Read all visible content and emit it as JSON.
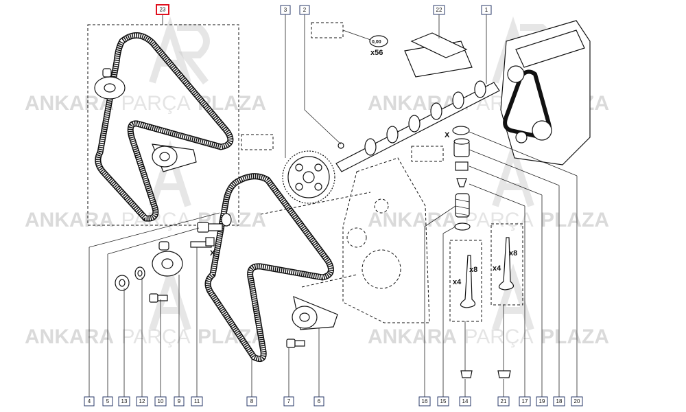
{
  "watermark": {
    "brand_bold": "ANKARA",
    "brand_light": "PARÇA",
    "brand_end": "PLAZA"
  },
  "callouts": {
    "c23": "23",
    "c3": "3",
    "c2": "2",
    "c22": "22",
    "c1": "1",
    "c4": "4",
    "c5": "5",
    "c13": "13",
    "c12": "12",
    "c10": "10",
    "c9": "9",
    "c11": "11",
    "c8": "8",
    "c7": "7",
    "c6": "6",
    "c16": "16",
    "c15": "15",
    "c14": "14",
    "c21": "21",
    "c17": "17",
    "c19": "19",
    "c18": "18",
    "c20": "20"
  },
  "annotations": {
    "shim_label": "0,00",
    "shim_qty": "x56",
    "axis_x1": "X",
    "axis_x2": "X",
    "valve_qty_a": "x4",
    "valve_qty_b": "x4",
    "seal_qty_a": "x8",
    "seal_qty_b": "x8"
  },
  "colors": {
    "highlight": "#e0101e",
    "callout_border": "#2a3a6a",
    "ink": "#111111",
    "watermark": "#bdbdbd"
  }
}
